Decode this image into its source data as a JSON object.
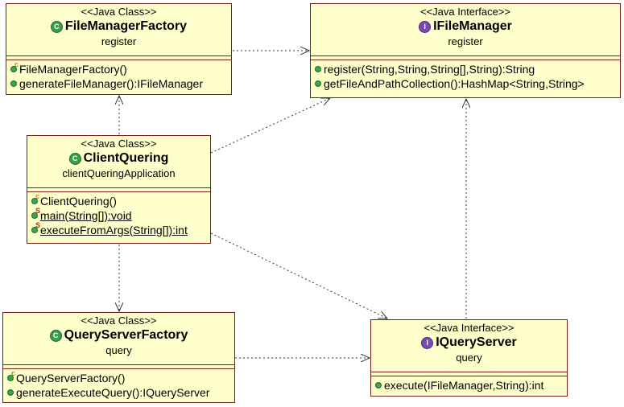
{
  "diagram": {
    "classes": {
      "file_manager_factory": {
        "stereotype": "<<Java Class>>",
        "name": "FileManagerFactory",
        "package": "register",
        "ops": [
          "FileManagerFactory()",
          "generateFileManager():IFileManager"
        ]
      },
      "ifile_manager": {
        "stereotype": "<<Java Interface>>",
        "name": "IFileManager",
        "package": "register",
        "ops": [
          "register(String,String,String[],String):String",
          "getFileAndPathCollection():HashMap<String,String>"
        ]
      },
      "client_quering": {
        "stereotype": "<<Java Class>>",
        "name": "ClientQuering",
        "package": "clientQueringApplication",
        "ops": [
          "ClientQuering()",
          "main(String[]):void",
          "executeFromArgs(String[]):int"
        ]
      },
      "query_server_factory": {
        "stereotype": "<<Java Class>>",
        "name": "QueryServerFactory",
        "package": "query",
        "ops": [
          "QueryServerFactory()",
          "generateExecuteQuery():IQueryServer"
        ]
      },
      "iquery_server": {
        "stereotype": "<<Java Interface>>",
        "name": "IQueryServer",
        "package": "query",
        "ops": [
          "execute(IFileManager,String):int"
        ]
      }
    },
    "icons": {
      "class_badge": "C",
      "interface_badge": "I",
      "constructor_marker": "c",
      "static_marker": "S"
    },
    "colors": {
      "box_fill": "#ffffcc",
      "box_border": "#7a1d1d",
      "method_dot": "#3aa64a",
      "class_badge": "#3b9c4a",
      "interface_badge": "#7b4bb5"
    }
  }
}
